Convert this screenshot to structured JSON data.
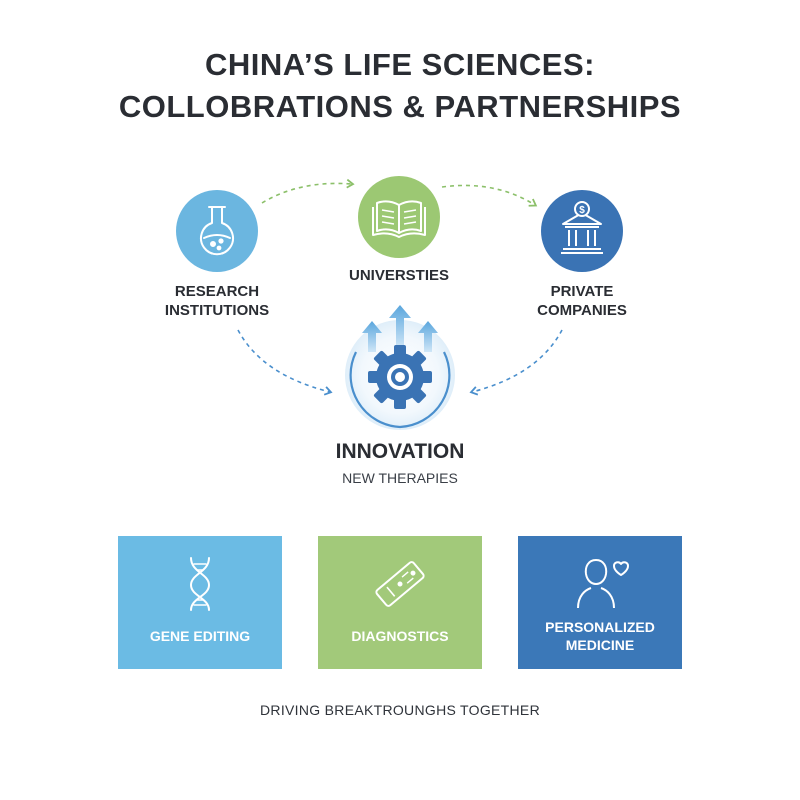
{
  "title": {
    "line1": "CHINA’S LIFE SCIENCES:",
    "line2": "COLLOBRATIONS & PARTNERSHIPS"
  },
  "nodes": {
    "research": {
      "line1": "RESEARCH",
      "line2": "INSTITUTIONS",
      "icon": "flask-icon",
      "color": "#6bb6e0"
    },
    "universities": {
      "line1": "UNIVERSTIES",
      "icon": "open-book-icon",
      "color": "#9cc873"
    },
    "private": {
      "line1": "PRIVATE",
      "line2": "COMPANIES",
      "icon": "bank-building-icon",
      "color": "#3a73b4"
    }
  },
  "innovation": {
    "title": "INNOVATION",
    "subtitle": "NEW THERAPIES",
    "icon": "gear-icon"
  },
  "cards": [
    {
      "line1": "GENE EDITING",
      "line2": "",
      "icon": "dna-icon",
      "color": "#6bbbe4"
    },
    {
      "line1": "DIAGNOSTICS",
      "line2": "",
      "icon": "test-strip-icon",
      "color": "#a2c97a"
    },
    {
      "line1": "PERSONALIZED",
      "line2": "MEDICINE",
      "icon": "person-heart-icon",
      "color": "#3b78b8"
    }
  ],
  "footer": "DRIVING BREAKTROUNGHS TOGETHER",
  "colors": {
    "arrow_blue": "#4a8fcd",
    "arrow_green": "#8cc06a",
    "text": "#2a2d33"
  }
}
